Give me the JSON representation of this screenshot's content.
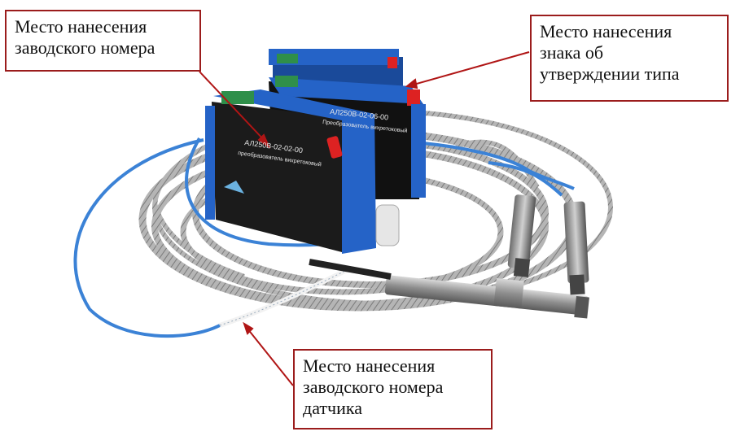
{
  "callouts": {
    "serial_number": {
      "lines": [
        "Место нанесения",
        "заводского номера"
      ]
    },
    "type_approval_mark": {
      "lines": [
        "Место нанесения",
        "знака об",
        "утверждении типа"
      ]
    },
    "sensor_serial_number": {
      "lines": [
        "Место нанесения",
        "заводского номера",
        "датчика"
      ]
    }
  },
  "device_labels": {
    "front_model": "АЛ250В-02-02-00",
    "front_name": "преобразователь вихретоковый",
    "back_model": "АЛ250В-02-06-00",
    "back_name": "Преобразователь вихретоковый"
  },
  "colors": {
    "callout_border": "#9b1c1c",
    "arrow": "#b01515",
    "housing": "#2563c7",
    "housing_dark": "#1a4a9a",
    "terminal": "#2f8f4a",
    "cable_blue": "#3b82d6",
    "braid": "#9a9a9a"
  }
}
